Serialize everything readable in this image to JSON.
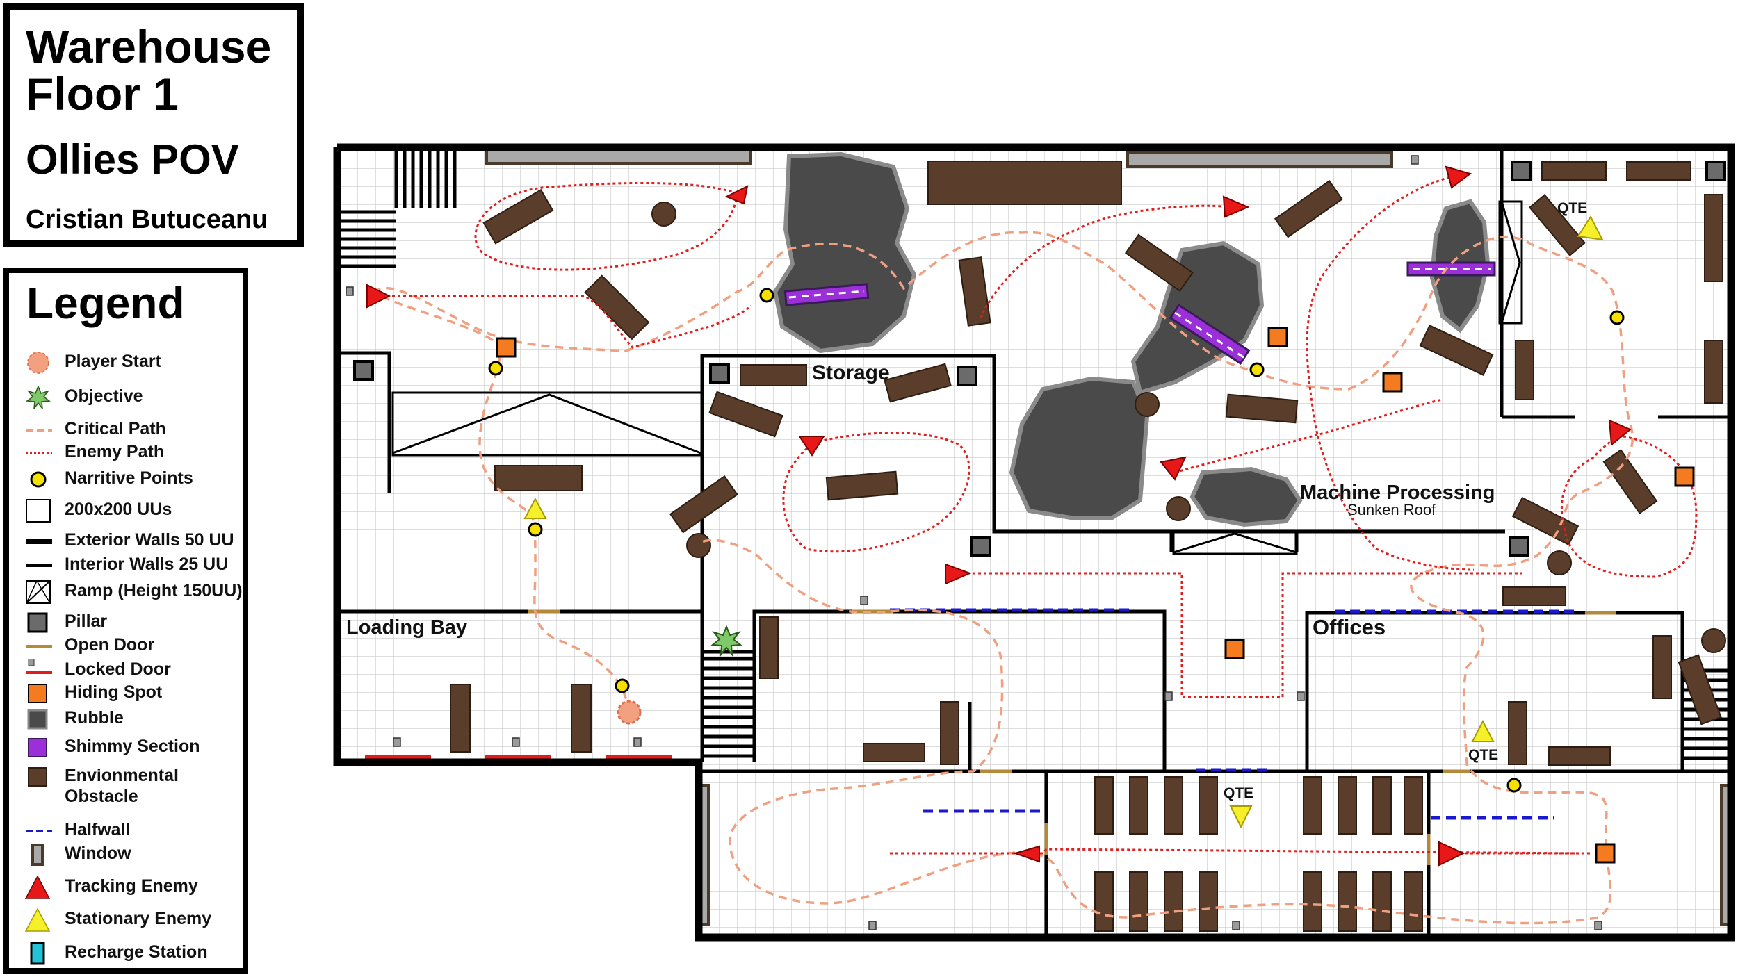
{
  "title": {
    "line1": "Warehouse",
    "line2": "Floor 1",
    "pov": "Ollies POV",
    "author": "Cristian Butuceanu"
  },
  "legend": {
    "heading": "Legend",
    "items": [
      {
        "label": "Player Start",
        "icon": "player-start-icon"
      },
      {
        "label": "Objective",
        "icon": "objective-icon"
      },
      {
        "label": "Critical Path",
        "icon": "critical-path-icon"
      },
      {
        "label": "Enemy Path",
        "icon": "enemy-path-icon"
      },
      {
        "label": "Narritive Points",
        "icon": "narrative-point-icon"
      },
      {
        "label": "200x200 UUs",
        "icon": "grid-cell-icon"
      },
      {
        "label": "Exterior Walls 50 UU",
        "icon": "exterior-wall-icon"
      },
      {
        "label": "Interior Walls 25 UU",
        "icon": "interior-wall-icon"
      },
      {
        "label": "Ramp (Height 150UU)",
        "icon": "ramp-icon"
      },
      {
        "label": "Pillar",
        "icon": "pillar-icon"
      },
      {
        "label": "Open Door",
        "icon": "open-door-icon"
      },
      {
        "label": "Locked Door",
        "icon": "locked-door-icon"
      },
      {
        "label": "Hiding Spot",
        "icon": "hiding-spot-icon"
      },
      {
        "label": "Rubble",
        "icon": "rubble-icon"
      },
      {
        "label": "Shimmy Section",
        "icon": "shimmy-section-icon"
      },
      {
        "label": "Envionmental\nObstacle",
        "icon": "environmental-obstacle-icon"
      },
      {
        "label": "Halfwall",
        "icon": "halfwall-icon"
      },
      {
        "label": "Window",
        "icon": "window-icon"
      },
      {
        "label": "Tracking Enemy",
        "icon": "tracking-enemy-icon"
      },
      {
        "label": "Stationary Enemy",
        "icon": "stationary-enemy-icon"
      },
      {
        "label": "Recharge Station",
        "icon": "recharge-station-icon"
      }
    ]
  },
  "rooms": {
    "storage": "Storage",
    "machine_processing": "Machine Processing",
    "sunken_roof": "Sunken Roof",
    "loading_bay": "Loading Bay",
    "offices": "Offices"
  },
  "qte_label": "QTE",
  "colors": {
    "wall": "#000000",
    "grid": "#c8c8c8",
    "critical_path": "#f0a080",
    "enemy_path": "#e02020",
    "obstacle": "#5a3d2b",
    "rubble": "#4a4a4a",
    "shimmy": "#9b30d9",
    "hiding_spot": "#f47b20",
    "narrative": "#f5e000",
    "tracking_enemy": "#e81818",
    "stationary_enemy": "#f6f02a",
    "halfwall": "#1a1acc",
    "locked_door": "#e21b1b",
    "player_start": "#f2a080",
    "objective": "#7fc96a",
    "recharge": "#22c3d6"
  }
}
